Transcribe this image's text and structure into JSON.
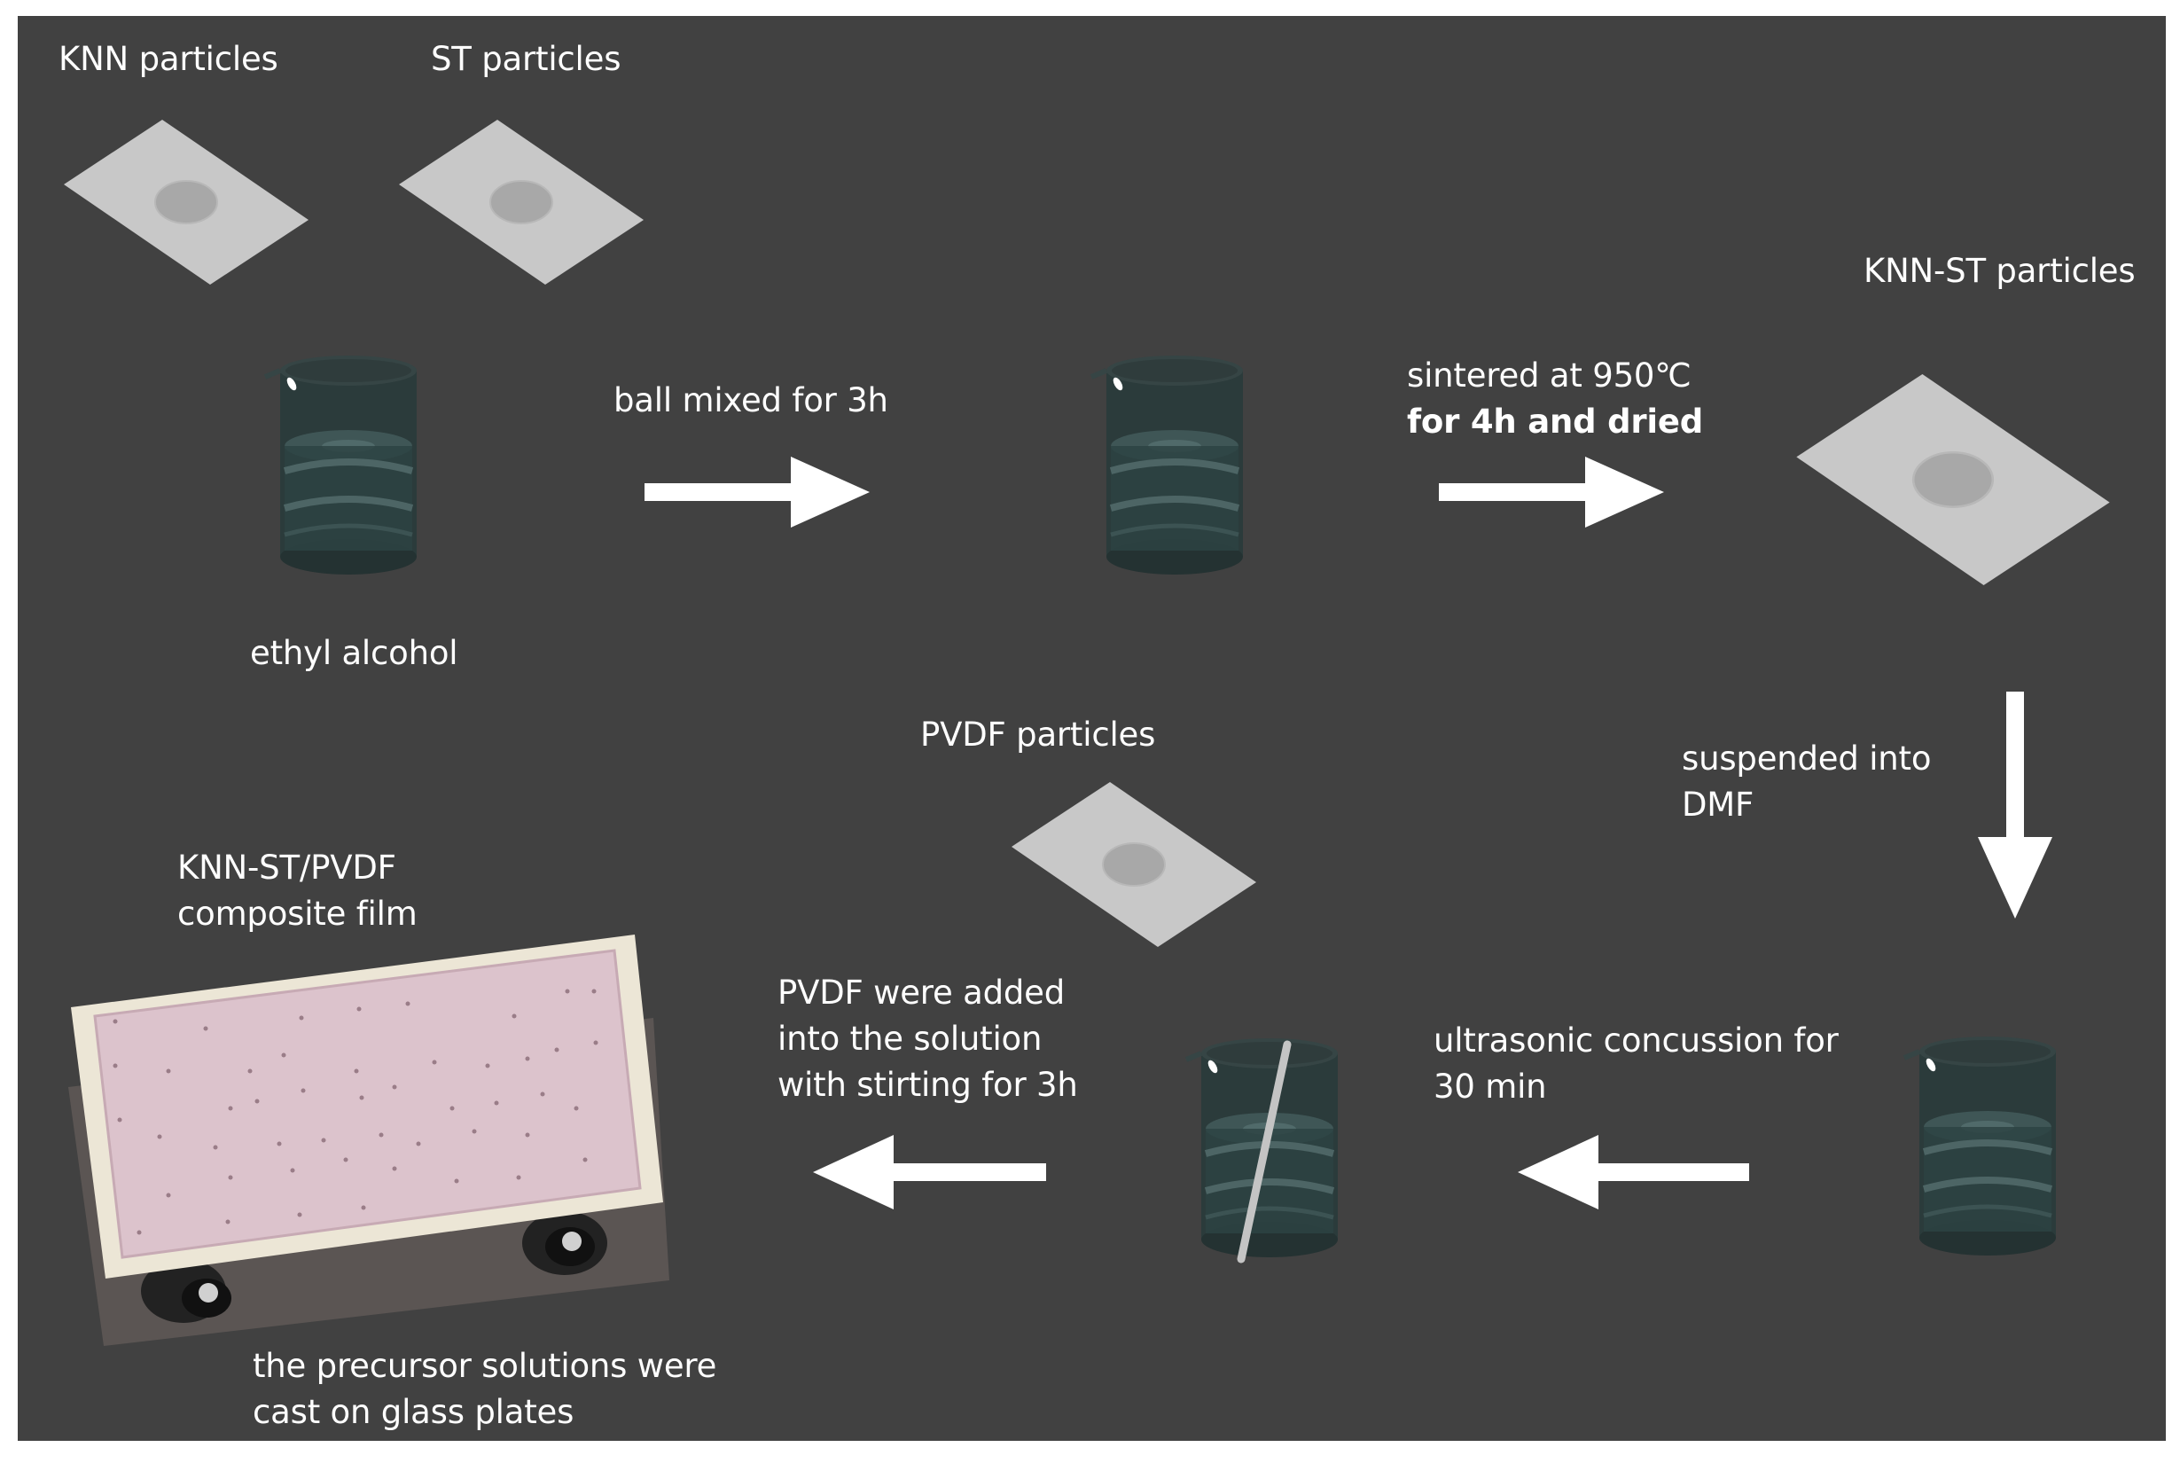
{
  "figure": {
    "background_color": "#414141",
    "steps": {
      "knn_particles": "KNN particles",
      "st_particles": "ST particles",
      "ethyl_alcohol": "ethyl alcohol",
      "ball_mixed": "ball mixed for 3h",
      "sintered_line1": "sintered at 950℃",
      "sintered_line2": "for 4h and dried",
      "knn_st_particles": "KNN-ST particles",
      "suspended_line1": "suspended into",
      "suspended_line2": "DMF",
      "ultrasonic_line1": "ultrasonic concussion for",
      "ultrasonic_line2": "30 min",
      "pvdf_particles": "PVDF particles",
      "pvdf_added_line1": "PVDF were added",
      "pvdf_added_line2": "into the solution",
      "pvdf_added_line3": "with stirting for 3h",
      "composite_line1": "KNN-ST/PVDF",
      "composite_line2": "composite film",
      "cast_line1": "the precursor solutions were",
      "cast_line2": "cast on glass plates"
    },
    "icons": {
      "dish": "weighing-paper-icon",
      "beaker": "beaker-icon",
      "arrow": "process-arrow-icon",
      "film": "glass-plate-film-icon"
    },
    "colors": {
      "paper": "#c8c8c8",
      "beaker_liquid": "#2b3c3c",
      "film": "#dcc3cc",
      "film_frame": "#ece6d6",
      "arrow": "#ffffff"
    }
  }
}
